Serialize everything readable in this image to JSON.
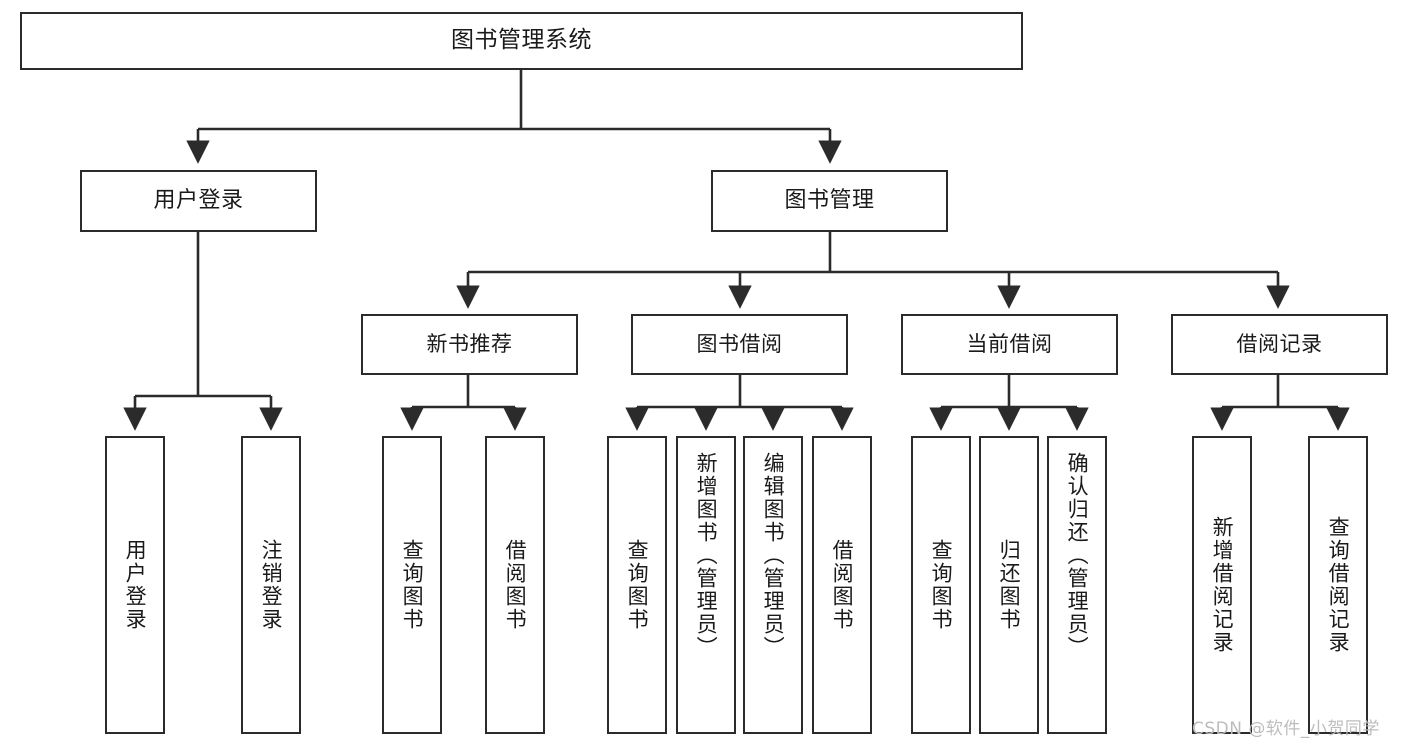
{
  "diagram": {
    "title": "图书管理系统",
    "type": "tree-hierarchy",
    "root": {
      "label": "图书管理系统"
    },
    "level2": [
      {
        "label": "用户登录"
      },
      {
        "label": "图书管理"
      }
    ],
    "level3": [
      {
        "label": "新书推荐"
      },
      {
        "label": "图书借阅"
      },
      {
        "label": "当前借阅"
      },
      {
        "label": "借阅记录"
      }
    ],
    "leaves": {
      "user_login": [
        {
          "label": "用户登录"
        },
        {
          "label": "注销登录"
        }
      ],
      "new_book_recommend": [
        {
          "label": "查询图书"
        },
        {
          "label": "借阅图书"
        }
      ],
      "book_borrow": [
        {
          "label": "查询图书"
        },
        {
          "label": "新增图书（管理员）"
        },
        {
          "label": "编辑图书（管理员）"
        },
        {
          "label": "借阅图书"
        }
      ],
      "current_borrow": [
        {
          "label": "查询图书"
        },
        {
          "label": "归还图书"
        },
        {
          "label": "确认归还（管理员）"
        }
      ],
      "borrow_record": [
        {
          "label": "新增借阅记录"
        },
        {
          "label": "查询借阅记录"
        }
      ]
    }
  },
  "watermark": {
    "text": "CSDN @软件_小贺同学"
  },
  "colors": {
    "stroke": "#2b2b2b",
    "background": "#ffffff",
    "text": "#1a1a1a",
    "watermark": "#bdbdbd"
  }
}
